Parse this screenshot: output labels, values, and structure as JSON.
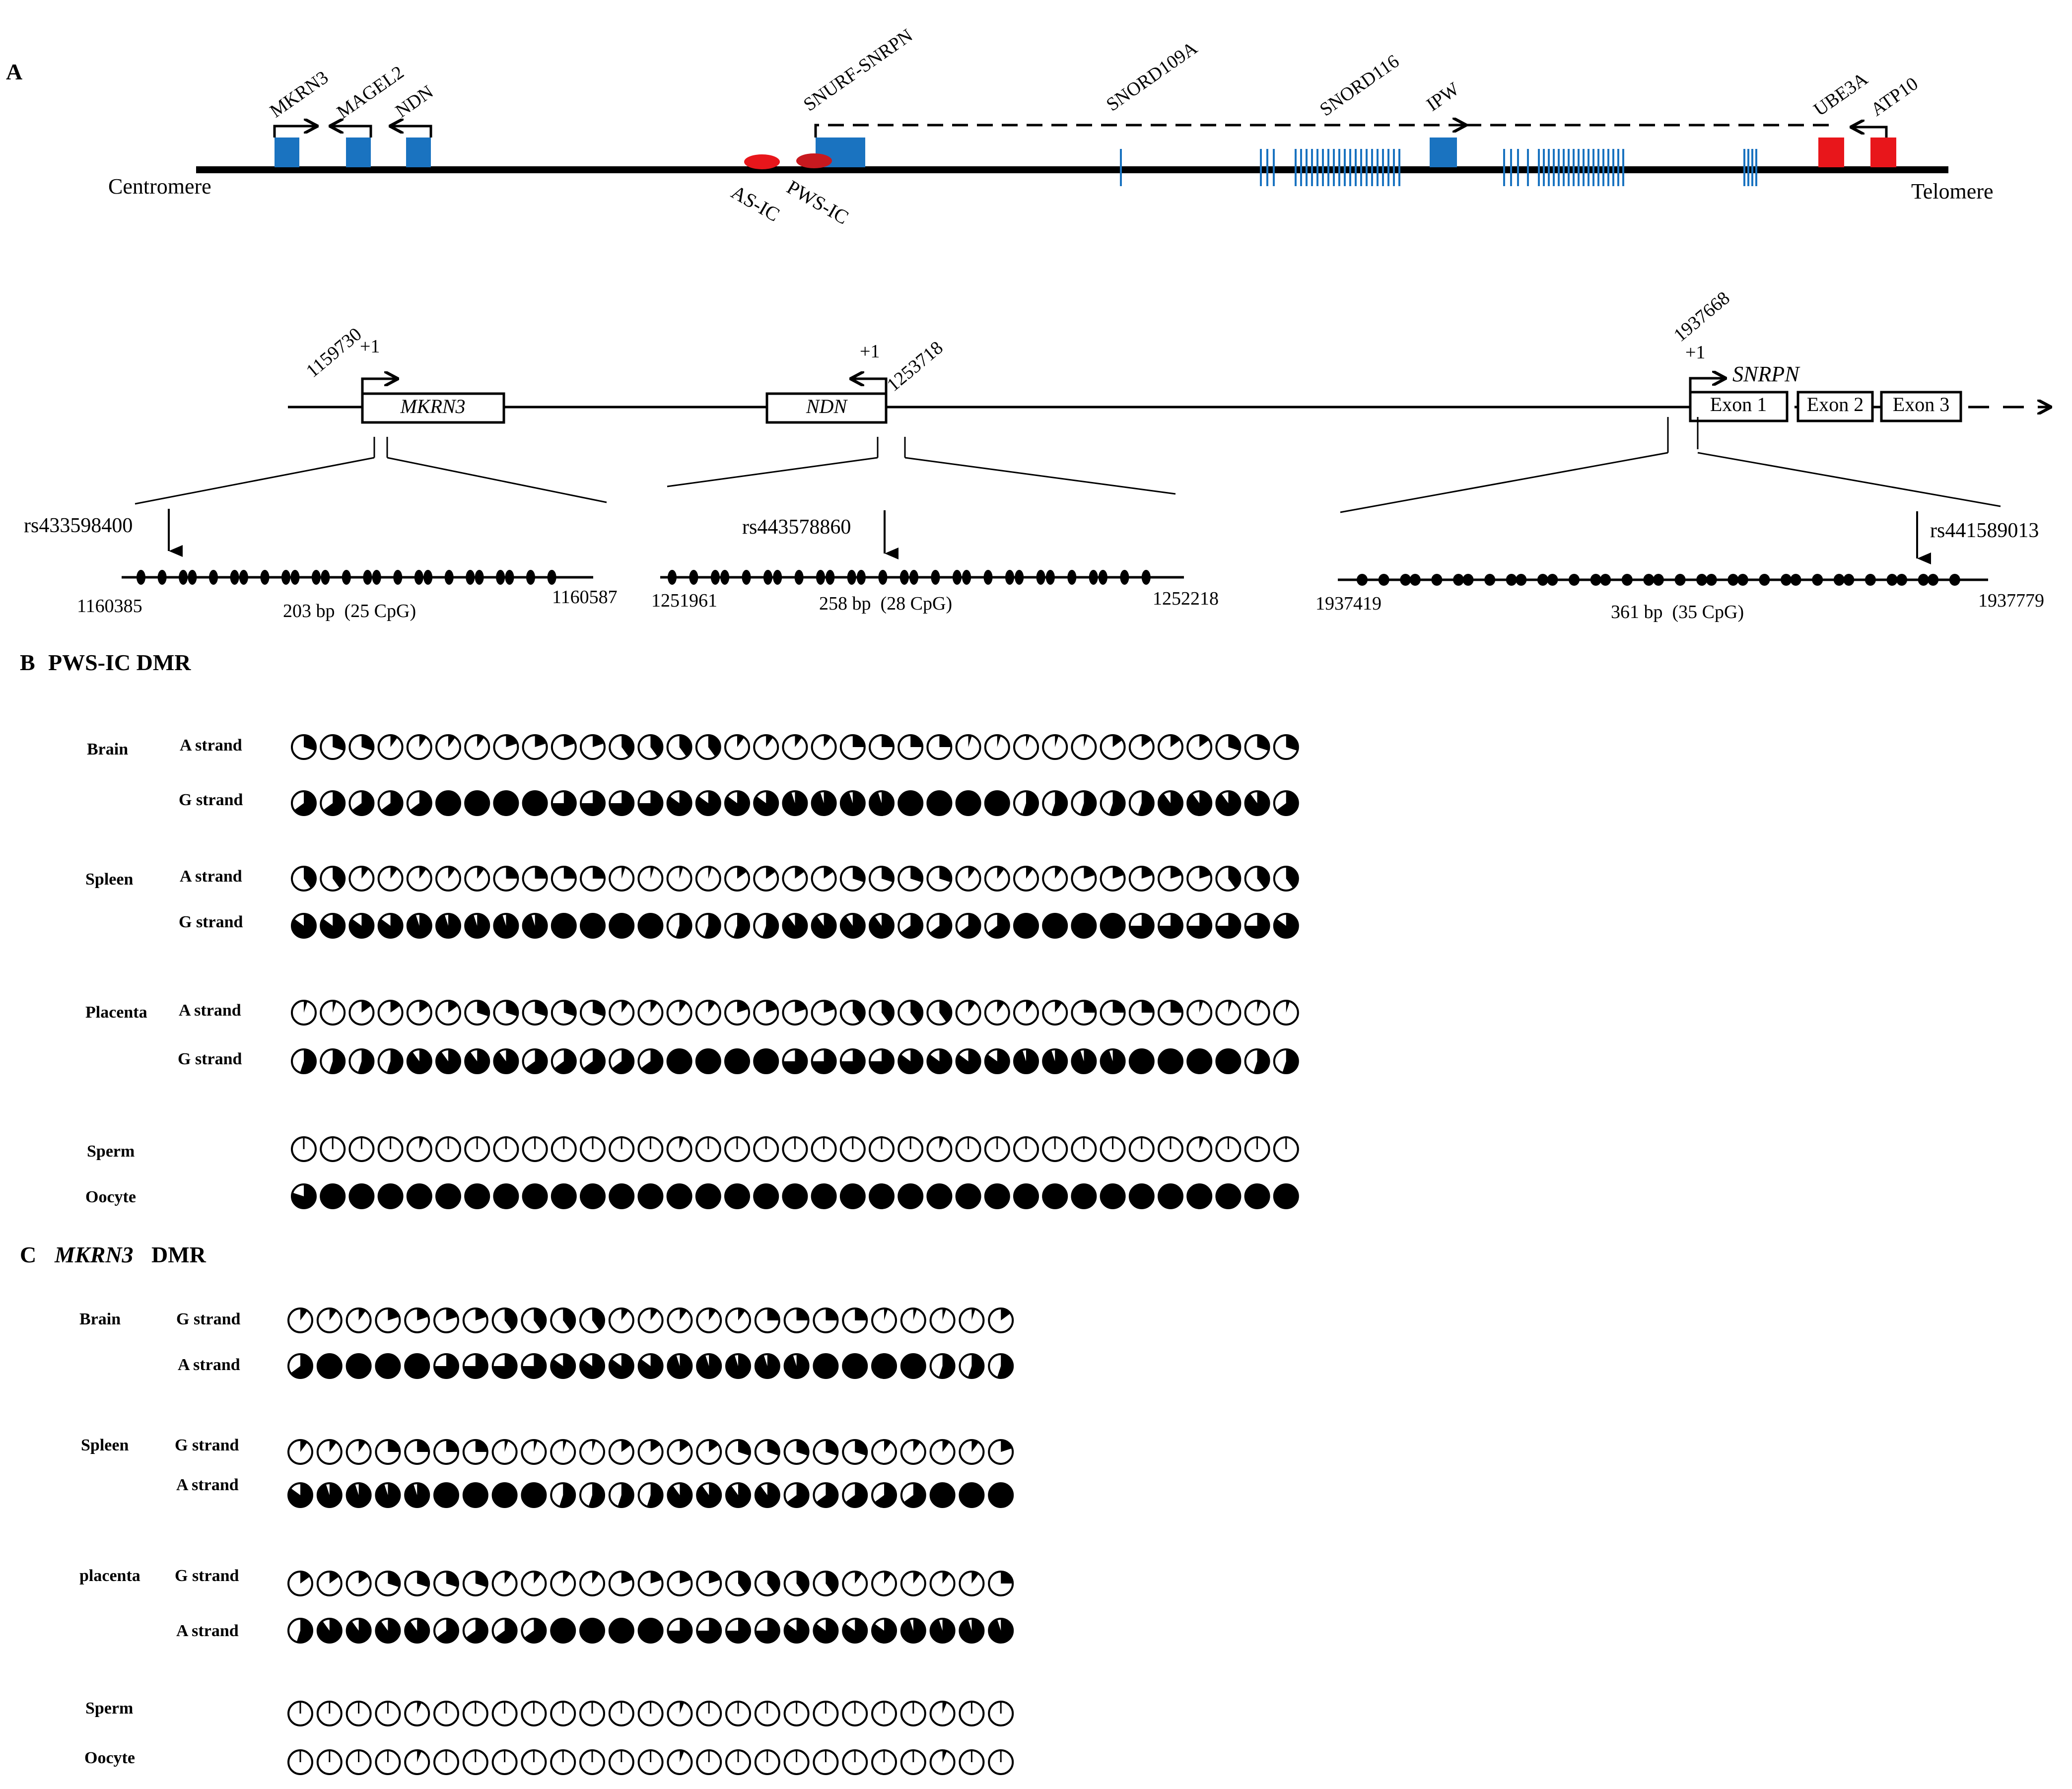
{
  "panel_a": {
    "label": "A",
    "centromere": "Centromere",
    "telomere": "Telomere",
    "genes": [
      "MKRN3",
      "MAGEL2",
      "NDN",
      "SNURF-SNRPN",
      "SNORD109A",
      "SNORD116",
      "IPW",
      "UBE3A",
      "ATP10"
    ],
    "ic": [
      "AS-IC",
      "PWS-IC"
    ],
    "tss_mkrn3": "1159730",
    "tss_ndn": "1253718",
    "tss_snrpn": "1937668",
    "plus1": "+1",
    "mkrn3": "MKRN3",
    "ndn": "NDN",
    "snrpn": "SNRPN",
    "exons": [
      "Exon 1",
      "Exon 2",
      "Exon 3"
    ],
    "regions": [
      {
        "snp": "rs433598400",
        "start": "1160385",
        "end": "1160587",
        "size": "203 bp  (25 CpG)",
        "cpg": 25
      },
      {
        "snp": "rs443578860",
        "start": "1251961",
        "end": "1252218",
        "size": "258 bp  (28 CpG)",
        "cpg": 28
      },
      {
        "snp": "rs441589013",
        "start": "1937419",
        "end": "1937779",
        "size": "361 bp  (35 CpG)",
        "cpg": 35
      }
    ]
  },
  "panel_b": {
    "label": "B",
    "title": "PWS-IC DMR",
    "rows": [
      {
        "tissue": "Brain",
        "strand": "A strand",
        "cpgs": 35,
        "pattern": "A"
      },
      {
        "tissue": "",
        "strand": "G strand",
        "cpgs": 35,
        "pattern": "G"
      },
      {
        "tissue": "Spleen",
        "strand": "A strand",
        "cpgs": 35,
        "pattern": "A"
      },
      {
        "tissue": "",
        "strand": "G strand",
        "cpgs": 35,
        "pattern": "G"
      },
      {
        "tissue": "Placenta",
        "strand": "A strand",
        "cpgs": 35,
        "pattern": "A"
      },
      {
        "tissue": "",
        "strand": "G strand",
        "cpgs": 35,
        "pattern": "G"
      },
      {
        "tissue": "Sperm",
        "strand": "",
        "cpgs": 35,
        "pattern": "U"
      },
      {
        "tissue": "Oocyte",
        "strand": "",
        "cpgs": 35,
        "pattern": "M"
      }
    ]
  },
  "panel_c": {
    "label": "C",
    "title_gene": "MKRN3",
    "title_suffix": "DMR",
    "rows": [
      {
        "tissue": "Brain",
        "strand": "G strand",
        "cpgs": 25,
        "pattern": "A"
      },
      {
        "tissue": "",
        "strand": "A strand",
        "cpgs": 25,
        "pattern": "G"
      },
      {
        "tissue": "Spleen",
        "strand": "G strand",
        "cpgs": 25,
        "pattern": "A"
      },
      {
        "tissue": "",
        "strand": "A strand",
        "cpgs": 25,
        "pattern": "G"
      },
      {
        "tissue": "placenta",
        "strand": "G strand",
        "cpgs": 25,
        "pattern": "A"
      },
      {
        "tissue": "",
        "strand": "A strand",
        "cpgs": 25,
        "pattern": "G"
      },
      {
        "tissue": "Sperm",
        "strand": "",
        "cpgs": 25,
        "pattern": "U"
      },
      {
        "tissue": "Oocyte",
        "strand": "",
        "cpgs": 25,
        "pattern": "U"
      }
    ]
  },
  "colors": {
    "blue": "#1a73c0",
    "red": "#e8161b",
    "black": "#000000"
  }
}
